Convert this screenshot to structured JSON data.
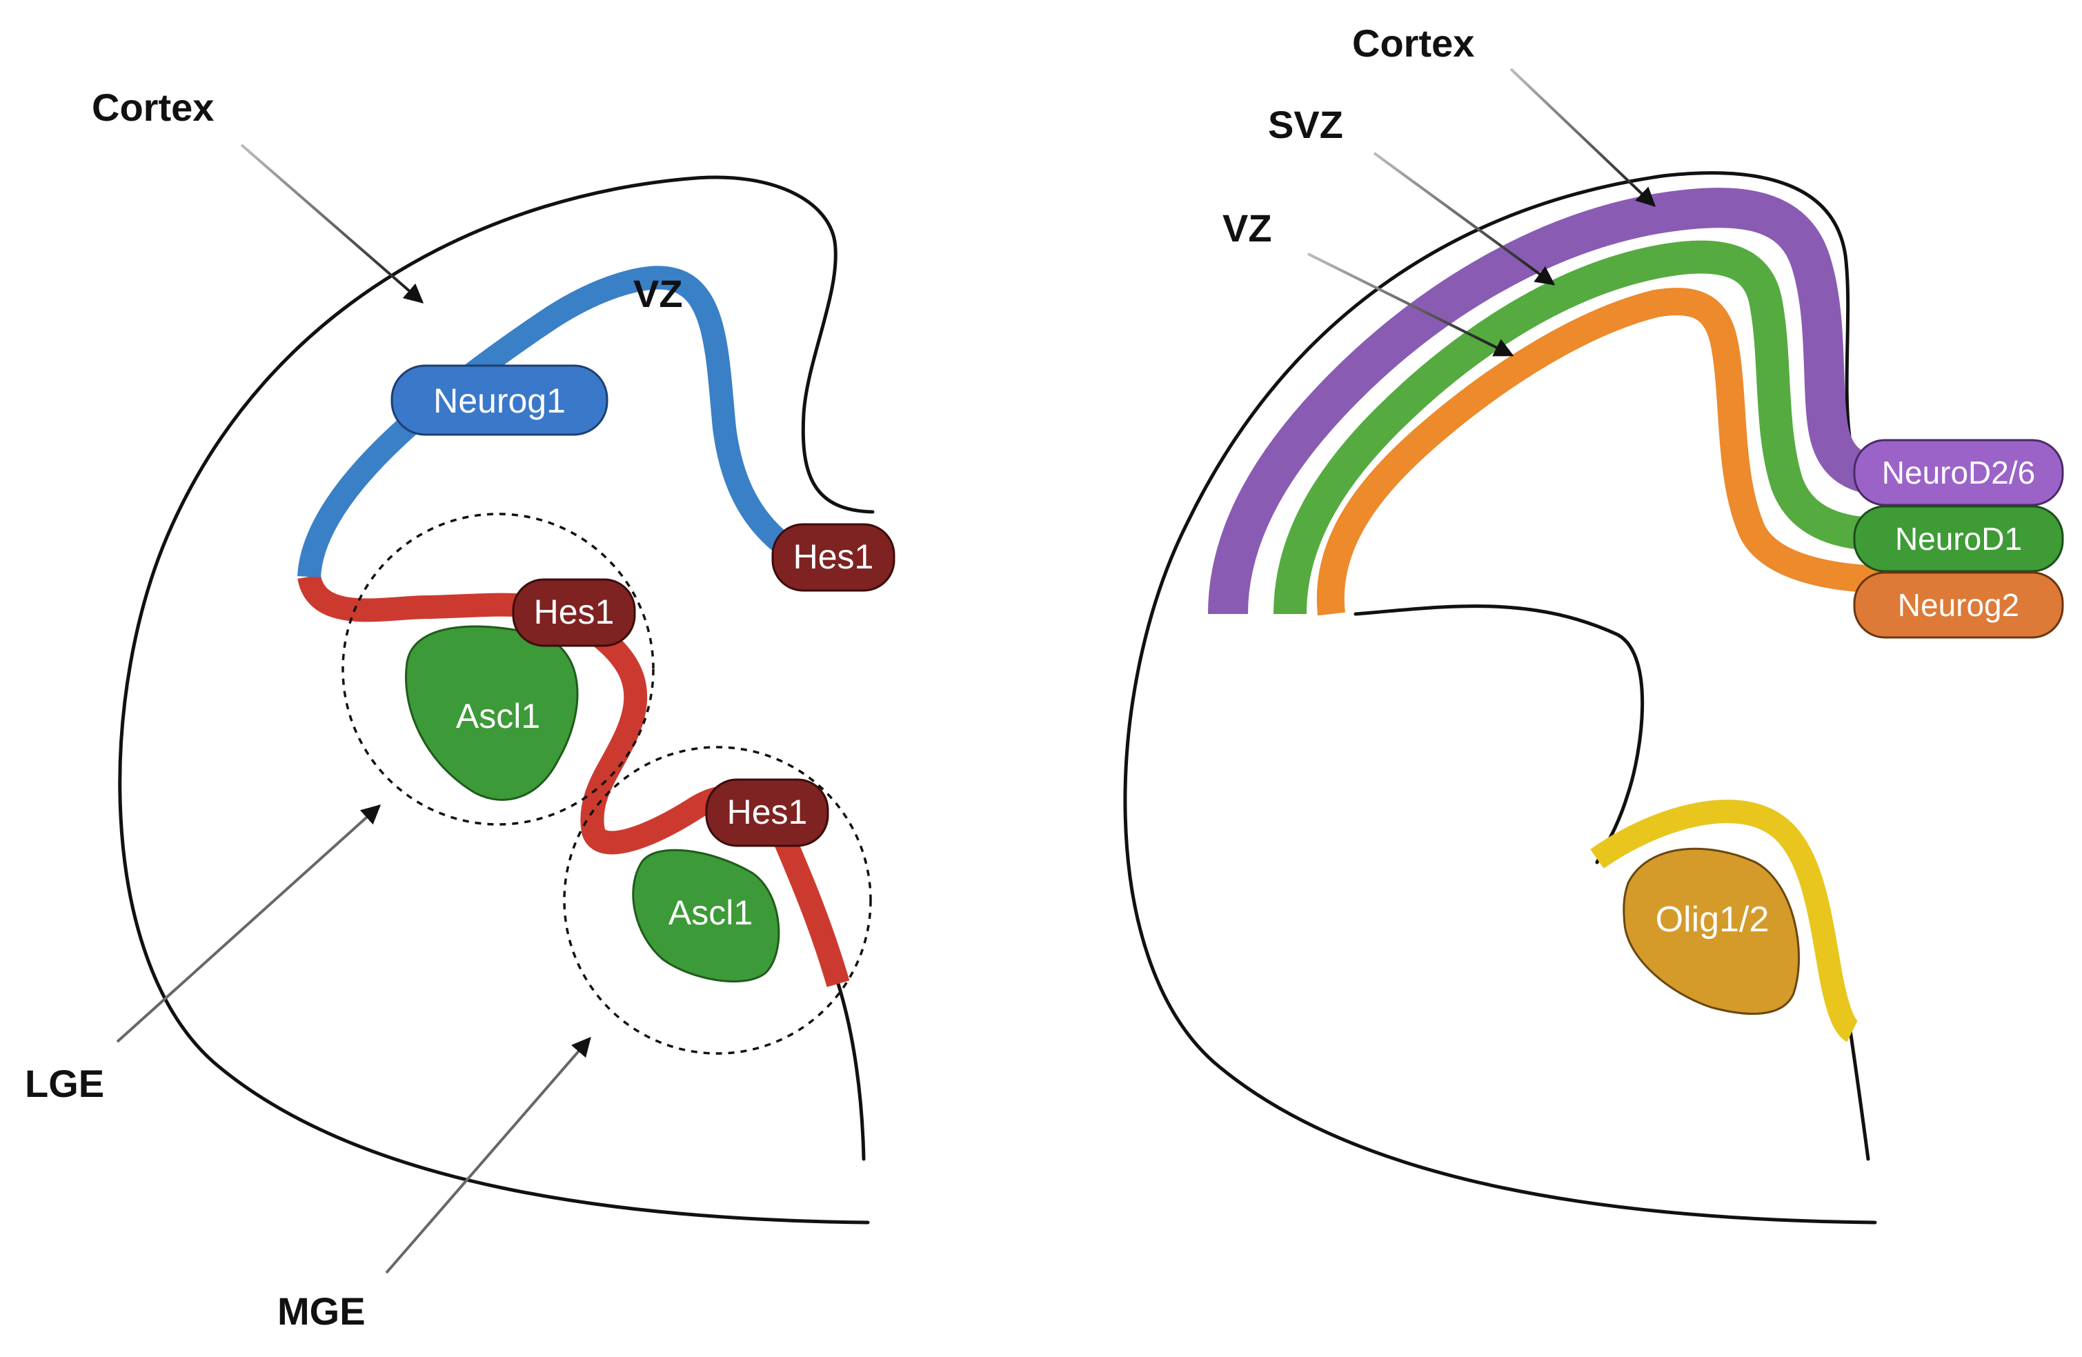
{
  "left_panel": {
    "labels": {
      "cortex": "Cortex",
      "vz": "VZ",
      "lge": "LGE",
      "mge": "MGE"
    },
    "pills": {
      "neurog1": "Neurog1",
      "hes1_top": "Hes1",
      "hes1_lge": "Hes1",
      "hes1_mge": "Hes1"
    },
    "blobs": {
      "ascl1_lge": "Ascl1",
      "ascl1_mge": "Ascl1"
    },
    "colors": {
      "vz_band": "#3a80c6",
      "hes_band": "#cc3a2f",
      "neurog1_pill": "#3a78c9",
      "hes1_pill": "#7e2222",
      "ascl1_blob": "#3d9a38"
    }
  },
  "right_panel": {
    "labels": {
      "cortex": "Cortex",
      "svz": "SVZ",
      "vz": "VZ"
    },
    "pills": {
      "neurod26": "NeuroD2/6",
      "neurod1": "NeuroD1",
      "neurog2": "Neurog2"
    },
    "blobs": {
      "olig12": "Olig1/2"
    },
    "colors": {
      "cortex_band": "#8a5bb3",
      "svz_band": "#55ab40",
      "vz_band": "#ec8a2c",
      "olig_band": "#e8c61e",
      "olig_blob": "#d49a2a",
      "neurod26_pill": "#9b63c7",
      "neurod1_pill": "#3f9b36",
      "neurog2_pill": "#dd7a37"
    }
  }
}
